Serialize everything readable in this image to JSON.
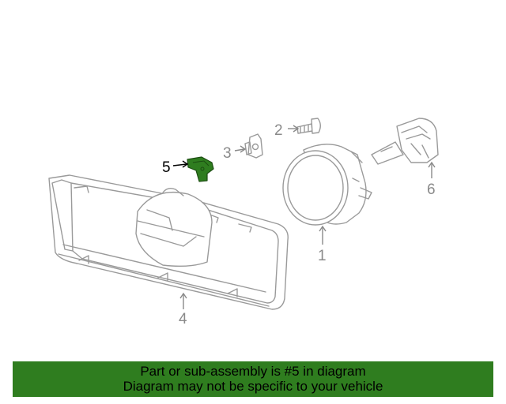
{
  "diagram": {
    "callouts": [
      "1",
      "2",
      "3",
      "4",
      "5",
      "6"
    ],
    "highlighted_callout": "5",
    "highlight_color": "#2f7d1f"
  },
  "banner": {
    "color": "#2f7d1f",
    "line1": "Part or sub-assembly is #5 in diagram",
    "line2": "Diagram may not be specific to your vehicle"
  }
}
